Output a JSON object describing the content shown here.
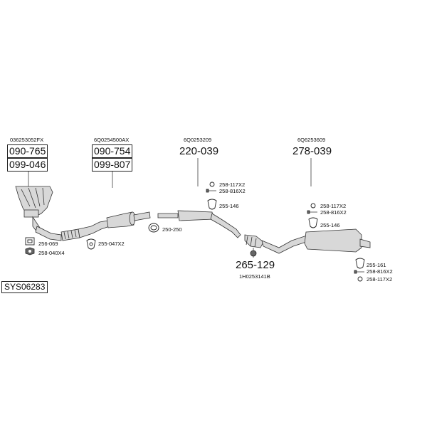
{
  "diagram_code": "SYS06283",
  "groups": [
    {
      "oem": "036253052FX",
      "parts": [
        "090-765",
        "099-046"
      ]
    },
    {
      "oem": "6Q0254500AX",
      "parts": [
        "090-754",
        "099-807"
      ]
    },
    {
      "oem": "6Q0253209",
      "parts": [
        "220-039"
      ]
    },
    {
      "oem": "6Q6253609",
      "parts": [
        "278-039"
      ]
    },
    {
      "oem": "1H0253141B",
      "parts": [
        "265-129"
      ]
    }
  ],
  "accessories": {
    "a_256_069": "256-069",
    "a_258_040x4": "258-040X4",
    "a_255_047x2": "255-047X2",
    "a_250_250": "250-250",
    "a_258_117x2_mid": "258-117X2",
    "a_258_816x2_mid": "258-816X2",
    "a_255_146_mid": "255-146",
    "a_258_117x2_rear": "258-117X2",
    "a_258_816x2_rear": "258-816X2",
    "a_255_146_rear": "255-146",
    "a_255_161": "255-161",
    "a_258_816x2_end": "258-816X2",
    "a_258_117x2_end": "258-117X2"
  }
}
